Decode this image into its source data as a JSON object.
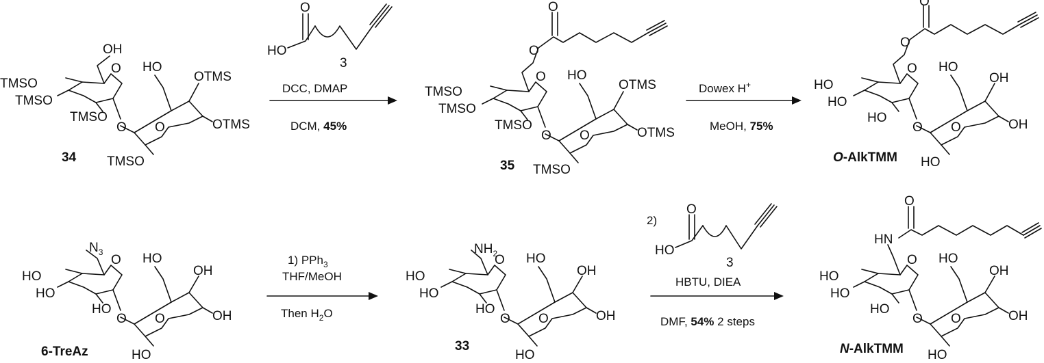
{
  "compounds": {
    "c34": "34",
    "c35": "35",
    "o_alk_bold": "O",
    "o_alk_rest": "-AlkTMM",
    "treaz": "6-TreAz",
    "c33": "33",
    "n_alk_bold": "N",
    "n_alk_rest": "-AlkTMM"
  },
  "groups": {
    "OH": "OH",
    "HO": "HO",
    "OTMS": "OTMS",
    "TMSO": "TMSO",
    "O": "O",
    "N3": "N",
    "N3_sub": "3",
    "NH2": "NH",
    "NH2_sub": "2",
    "HN": "HN",
    "repeat_3": "3"
  },
  "reaction1": {
    "line1": "DCC, DMAP",
    "line2_pre": "DCM, ",
    "line2_yield": "45%"
  },
  "reaction2": {
    "line1_pre": "Dowex H",
    "line1_sup": "+",
    "line2_pre": "MeOH, ",
    "line2_yield": "75%"
  },
  "reaction3": {
    "line1_pre": "1) PPh",
    "line1_sub": "3",
    "line2": "THF/MeOH",
    "line3_pre": "Then H",
    "line3_sub": "2",
    "line3_post": "O"
  },
  "reaction4": {
    "step": "2)",
    "line1": "HBTU, DIEA",
    "line2_pre": "DMF, ",
    "line2_yield": "54%",
    "line2_post": " 2 steps"
  }
}
